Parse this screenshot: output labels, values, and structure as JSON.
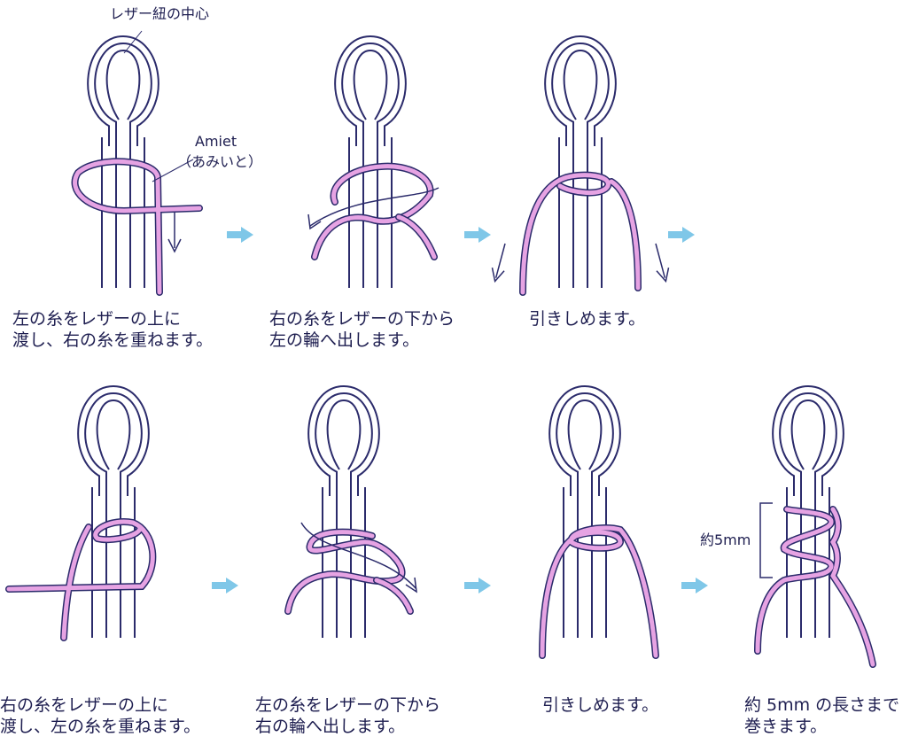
{
  "labels": {
    "leather_center": "レザー紐の中心",
    "amiet": "Amiet",
    "amiet_reading": "（あみいと）",
    "length": "約5mm"
  },
  "captions": {
    "step1": "左の糸をレザーの上に\n渡し、右の糸を重ねます。",
    "step2": "右の糸をレザーの下から\n左の輪へ出します。",
    "step3": "引きしめます。",
    "step4": "右の糸をレザーの上に\n渡し、左の糸を重ねます。",
    "step5": "左の糸をレザーの下から\n右の輪へ出します。",
    "step6": "引きしめます。",
    "step7": "約 5mm の長さまで\n巻きます。"
  },
  "colors": {
    "outline": "#2b2b6b",
    "cord": "#e6a3e3",
    "arrow": "#7fc7e8"
  },
  "icons": {
    "step_arrow": "right-arrow-icon",
    "direction_arrow": "down-arrow-icon"
  }
}
